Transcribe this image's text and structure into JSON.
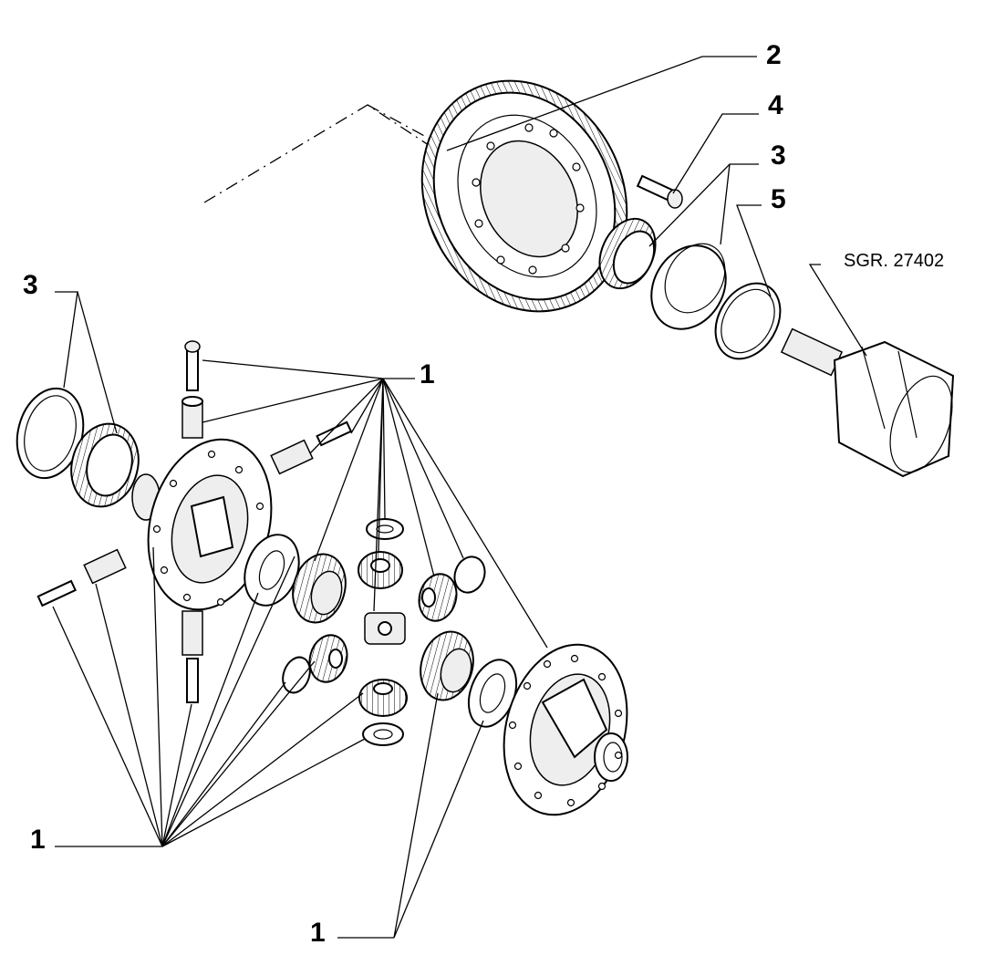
{
  "diagram": {
    "labels": {
      "item_1_top": "1",
      "item_1_left": "1",
      "item_1_bottom": "1",
      "item_2": "2",
      "item_3_right": "3",
      "item_3_left": "3",
      "item_4": "4",
      "item_5": "5",
      "reference": "SGR. 27402"
    }
  }
}
